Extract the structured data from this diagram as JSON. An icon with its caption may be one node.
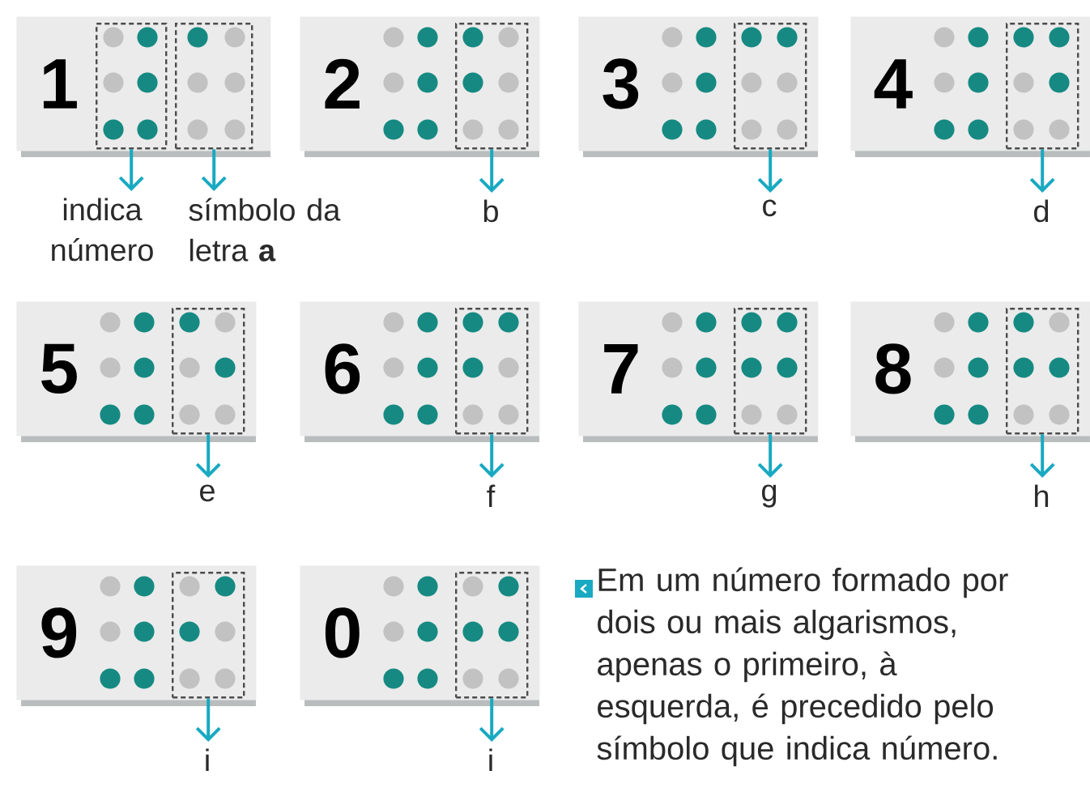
{
  "diagram": {
    "nodes": [
      {
        "text": [
          "1"
        ]
      },
      {
        "text": [],
        "shape": "box",
        "in": 0
      },
      {
        "text": [],
        "shape": "box",
        "in": 0
      },
      {
        "text": [
          "2"
        ]
      },
      {
        "text": [],
        "shape": "box",
        "in": 3
      },
      {
        "text": [
          "3"
        ]
      },
      {
        "text": [],
        "shape": "box",
        "in": 5
      },
      {
        "text": [
          "4"
        ]
      },
      {
        "text": [],
        "shape": "box",
        "in": 7
      },
      {
        "text": [
          "indica número"
        ]
      },
      {
        "text": [
          "símbolo da letra **a**"
        ]
      },
      {
        "text": [
          "b"
        ]
      },
      {
        "text": [
          "c"
        ]
      },
      {
        "text": [
          "d"
        ]
      },
      {
        "text": [
          "5"
        ]
      },
      {
        "text": [],
        "shape": "box",
        "in": 14
      },
      {
        "text": [
          "6"
        ]
      },
      {
        "text": [],
        "shape": "box",
        "in": 16
      },
      {
        "text": [
          "7"
        ]
      },
      {
        "text": [],
        "shape": "box",
        "in": 18
      },
      {
        "text": [
          "8"
        ]
      },
      {
        "text": [],
        "shape": "box",
        "in": 20
      },
      {
        "text": [
          "e"
        ]
      },
      {
        "text": [
          "f"
        ]
      },
      {
        "text": [
          "g"
        ]
      },
      {
        "text": [
          "h"
        ]
      },
      {
        "text": [
          "9"
        ]
      },
      {
        "text": [],
        "shape": "box",
        "in": 26
      },
      {
        "text": [
          "0"
        ]
      },
      {
        "text": [],
        "shape": "box",
        "in": 28
      },
      {
        "text": [
          "i"
        ]
      },
      {
        "text": [
          "i"
        ]
      }
    ],
    "edges": [
      {
        "from": 1,
        "to": 9,
        "arrow": "to"
      },
      {
        "from": 2,
        "to": 10,
        "arrow": "to"
      },
      {
        "from": 4,
        "to": 11,
        "arrow": "to"
      },
      {
        "from": 6,
        "to": 12,
        "arrow": "to"
      },
      {
        "from": 8,
        "to": 13,
        "arrow": "to"
      },
      {
        "from": 15,
        "to": 22,
        "arrow": "to"
      },
      {
        "from": 17,
        "to": 23,
        "arrow": "to"
      },
      {
        "from": 19,
        "to": 24,
        "arrow": "to"
      },
      {
        "from": 21,
        "to": 25,
        "arrow": "to"
      },
      {
        "from": 27,
        "to": 30,
        "arrow": "to"
      },
      {
        "from": 29,
        "to": 31,
        "arrow": "to"
      }
    ],
    "labels": [
      "Em um número formado por dois ou mais algarismos, apenas o primeiro, à esquerda, é precedido pelo símbolo que indica número."
    ]
  }
}
